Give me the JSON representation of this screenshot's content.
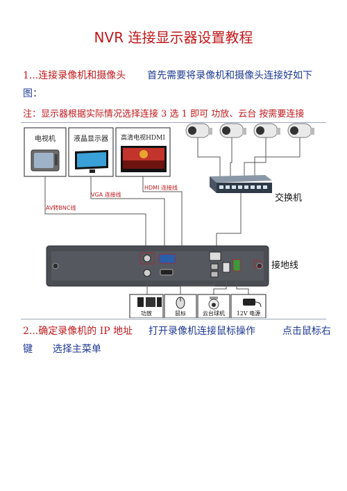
{
  "title": "NVR 连接显示器设置教程",
  "step1": {
    "heading": "1...连接录像机和摄像头",
    "text": "首先需要将录像机和摄像头连接好如下图：",
    "note": "注：显示器根据实际情况选择连接 3 选 1 即可  功放、云台  按需要连接"
  },
  "diagram": {
    "monitors": [
      "电视机",
      "液晶显示器",
      "高清电视HDMI"
    ],
    "cables": [
      "AV转BNC线",
      "VGA 连接线",
      "HDMI 连接线"
    ],
    "switch_label": "交换机",
    "ground_label": "接地线",
    "peripherals": [
      "功放",
      "鼠标",
      "云台球机",
      "12V 电源"
    ]
  },
  "step2": {
    "heading": "2...确定录像机的 IP 地址",
    "text": "打开录像机连接鼠标操作",
    "text2": "点击鼠标右键",
    "text3": "选择主菜单"
  }
}
